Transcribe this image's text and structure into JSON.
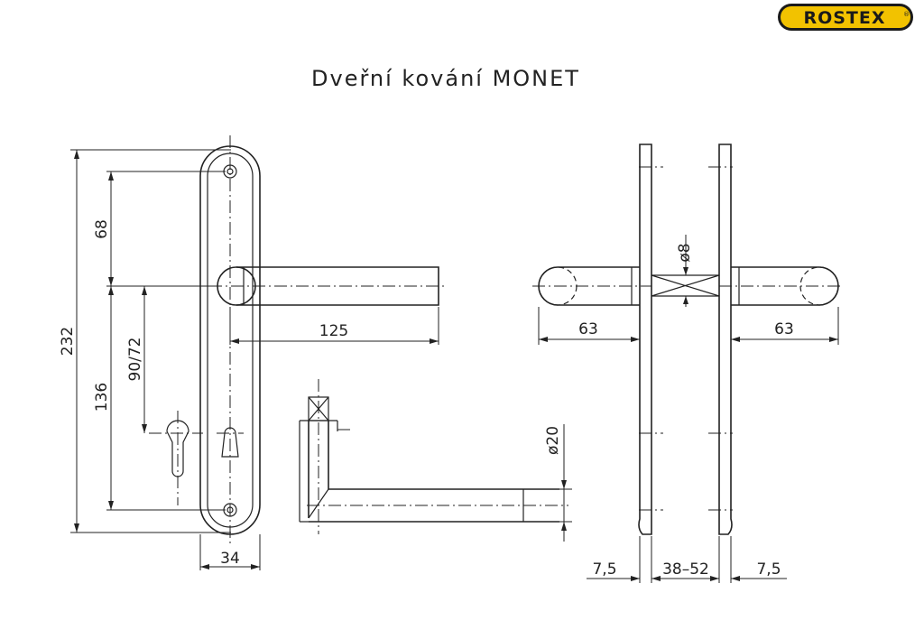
{
  "title": "Dveřní kování MONET",
  "logo": {
    "text": "ROSTEX",
    "mark": "®",
    "color": "#f2c200"
  },
  "dimensions": {
    "total_height": "232",
    "top_to_handle": "68",
    "handle_to_bottom_hole": "136",
    "handle_to_key": "90/72",
    "plate_width": "34",
    "handle_length": "125",
    "handle_diameter": "ø20",
    "spindle": "ø8",
    "handle_projection_left": "63",
    "handle_projection_right": "63",
    "plate_thickness_left": "7,5",
    "door_thickness": "38–52",
    "plate_thickness_right": "7,5"
  }
}
